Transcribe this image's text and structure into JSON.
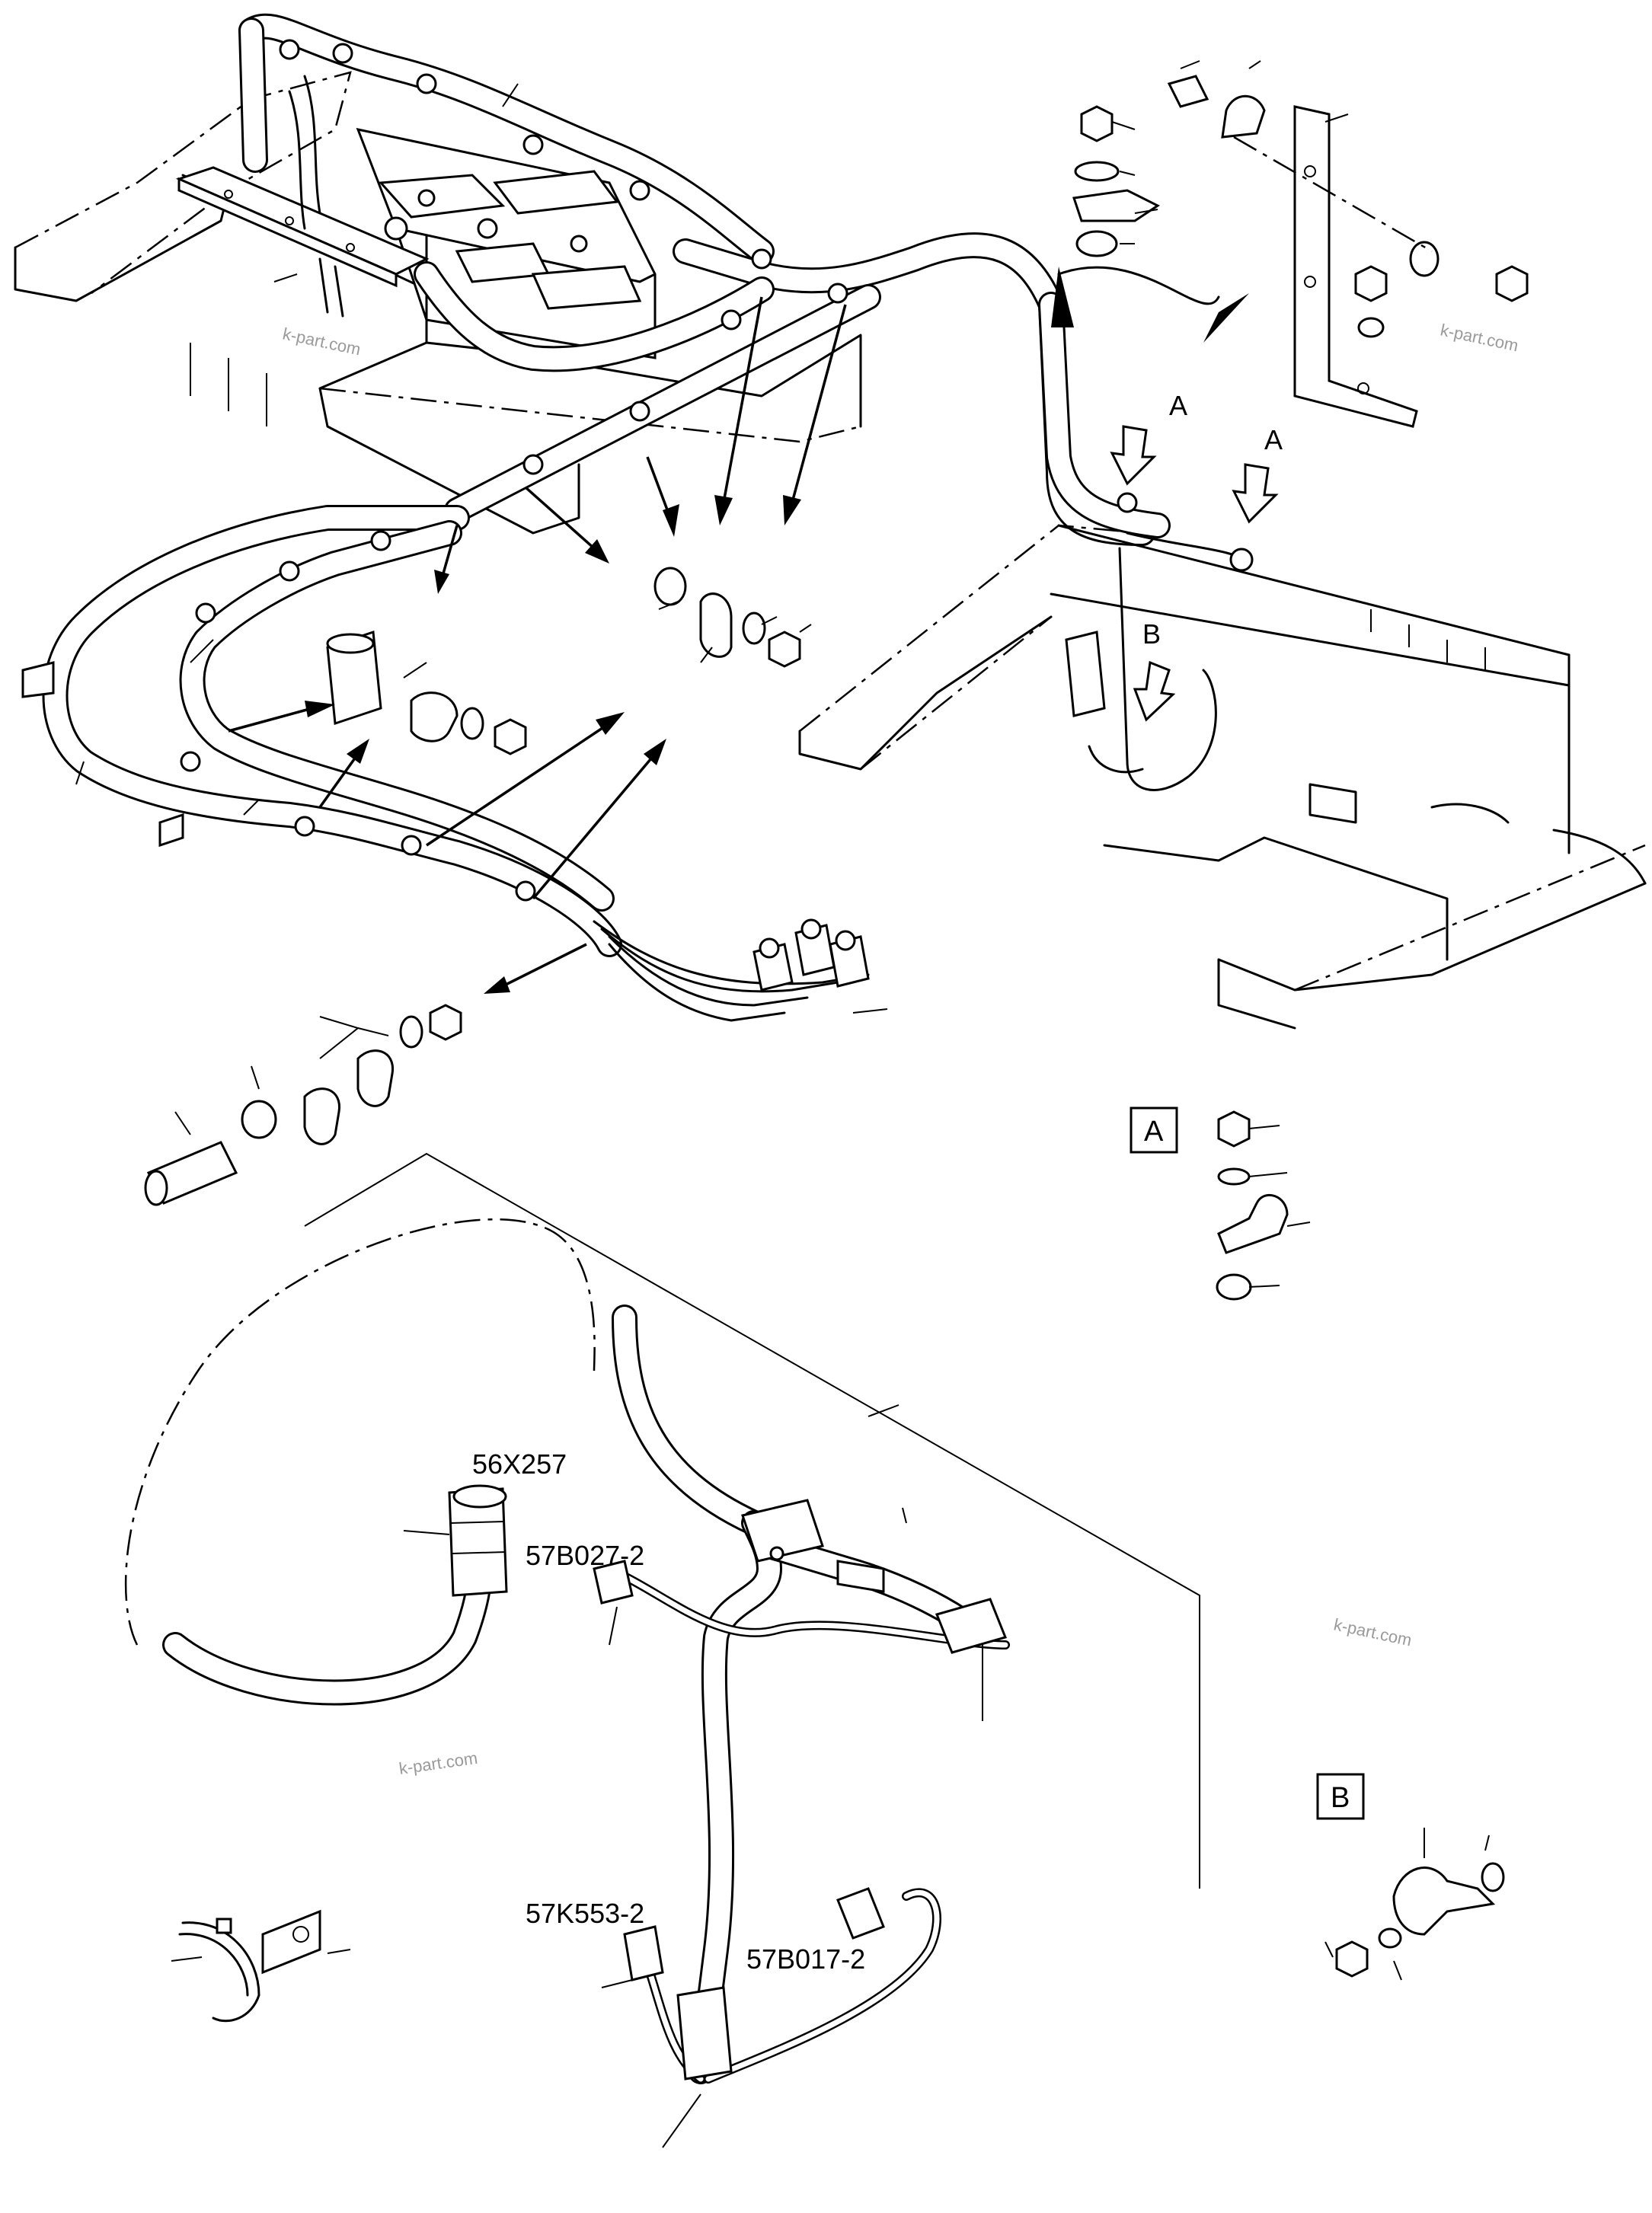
{
  "labels": {
    "connector_56x257": "56X257",
    "connector_57b027": "57B027-2",
    "connector_57k553": "57K553-2",
    "connector_57b017": "57B017-2",
    "view_a": "A",
    "view_b": "B",
    "arrow_a": "A",
    "arrow_b": "B"
  },
  "watermarks": [
    "k-part.com",
    "k-part.com",
    "k-part.com",
    "k-part.com"
  ],
  "icons": [
    "hexagon-nut-icon",
    "washer-icon",
    "p-clamp-icon",
    "spacer-sleeve-icon",
    "cable-tie-icon",
    "bolt-icon",
    "bracket-icon"
  ],
  "colors": {
    "line": "#000000",
    "watermark": "#9a9a9a",
    "background": "#ffffff"
  }
}
